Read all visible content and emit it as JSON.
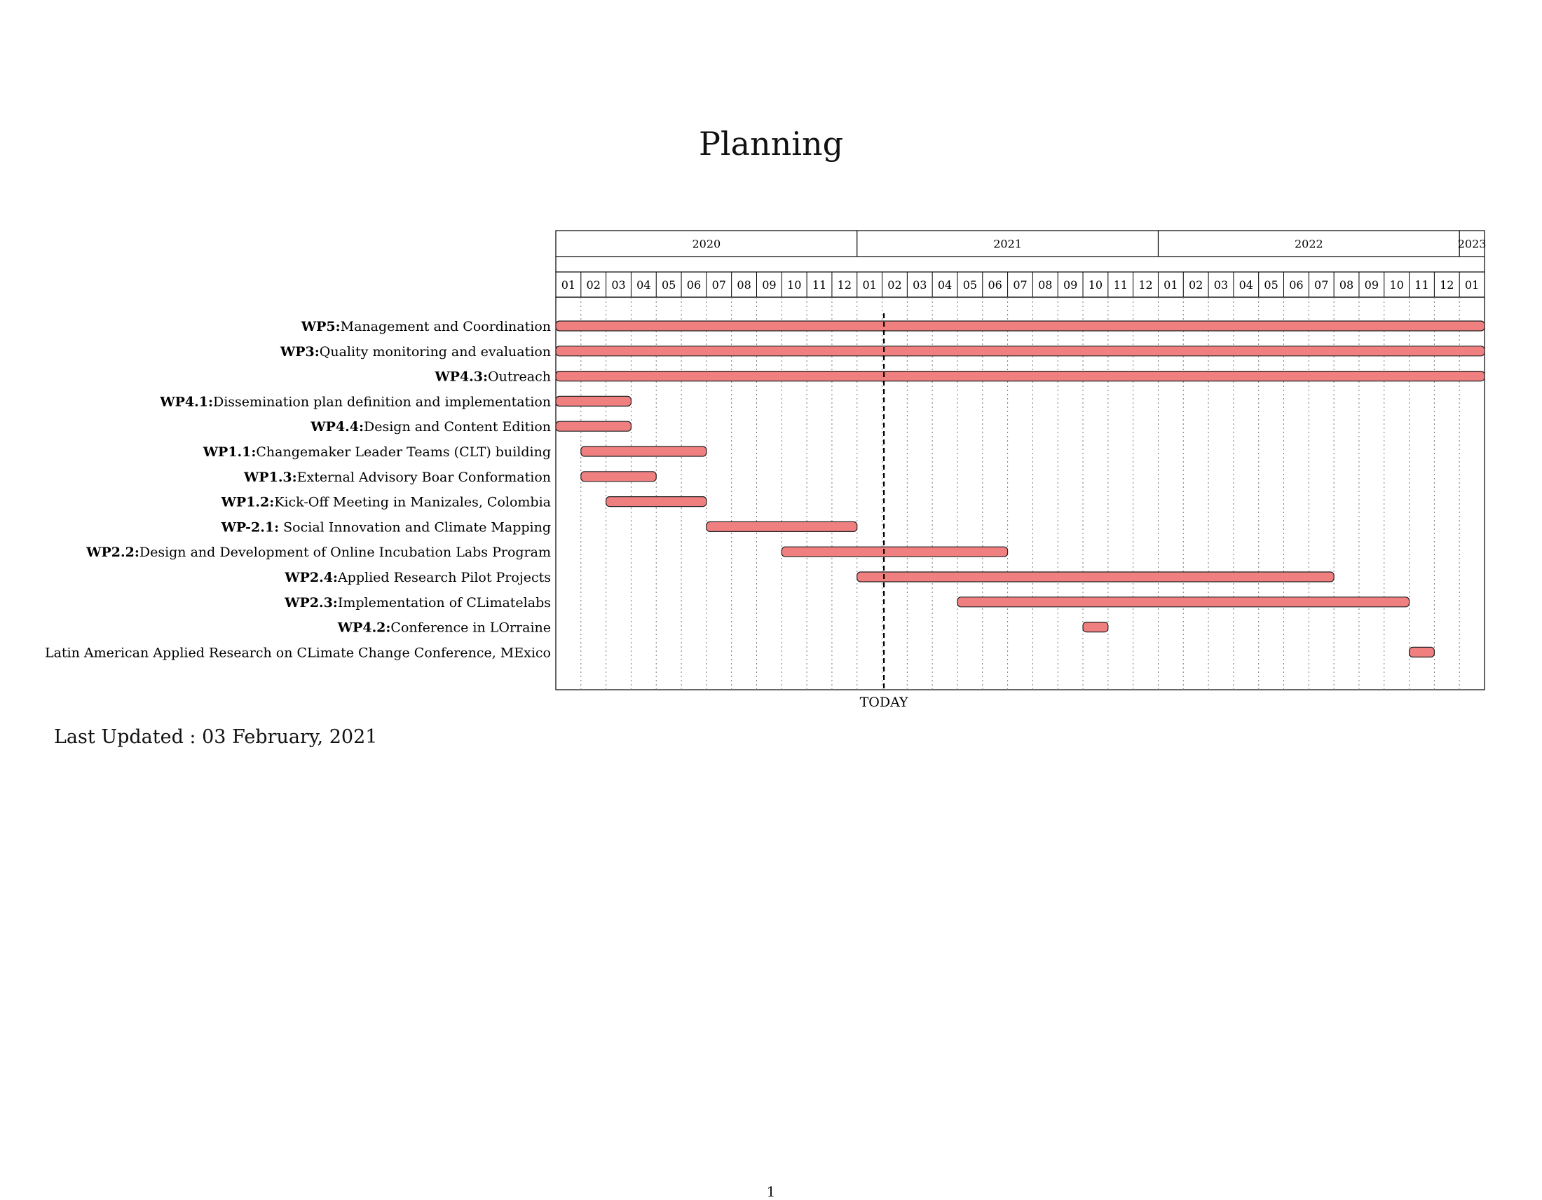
{
  "page": {
    "title": "Planning",
    "last_updated_label": "Last Updated :",
    "last_updated_value": "03 February, 2021",
    "page_number": "1"
  },
  "chart_data": {
    "type": "gantt",
    "x_unit": "month",
    "xlim": [
      "2020-01",
      "2023-01"
    ],
    "years": [
      "2020",
      "2021",
      "2022",
      "2023"
    ],
    "month_ticks": [
      "01",
      "02",
      "03",
      "04",
      "05",
      "06",
      "07",
      "08",
      "09",
      "10",
      "11",
      "12",
      "01",
      "02",
      "03",
      "04",
      "05",
      "06",
      "07",
      "08",
      "09",
      "10",
      "11",
      "12",
      "01",
      "02",
      "03",
      "04",
      "05",
      "06",
      "07",
      "08",
      "09",
      "10",
      "11",
      "12",
      "01"
    ],
    "today_marker": {
      "label": "TODAY",
      "date": "2021-02-03"
    },
    "bar_color": "#f08080",
    "tasks": [
      {
        "id": "WP5:",
        "name": "Management and Coordination",
        "start": "2020-01",
        "end": "2023-01"
      },
      {
        "id": "WP3:",
        "name": "Quality monitoring and evaluation",
        "start": "2020-01",
        "end": "2023-01"
      },
      {
        "id": "WP4.3:",
        "name": "Outreach",
        "start": "2020-01",
        "end": "2023-01"
      },
      {
        "id": "WP4.1:",
        "name": "Dissemination plan definition and implementation",
        "start": "2020-01",
        "end": "2020-03"
      },
      {
        "id": "WP4.4:",
        "name": "Design and Content Edition",
        "start": "2020-01",
        "end": "2020-03"
      },
      {
        "id": "WP1.1:",
        "name": "Changemaker Leader Teams (CLT) building",
        "start": "2020-02",
        "end": "2020-06"
      },
      {
        "id": "WP1.3:",
        "name": "External Advisory Boar Conformation",
        "start": "2020-02",
        "end": "2020-04"
      },
      {
        "id": "WP1.2:",
        "name": "Kick-Off Meeting in Manizales, Colombia",
        "start": "2020-03",
        "end": "2020-06"
      },
      {
        "id": "WP-2.1:",
        "name": " Social Innovation and Climate Mapping",
        "start": "2020-07",
        "end": "2020-12"
      },
      {
        "id": "WP2.2:",
        "name": "Design and Development of Online Incubation Labs Program",
        "start": "2020-10",
        "end": "2021-06"
      },
      {
        "id": "WP2.4:",
        "name": "Applied Research Pilot Projects",
        "start": "2021-01",
        "end": "2022-07"
      },
      {
        "id": "WP2.3:",
        "name": "Implementation of CLimatelabs",
        "start": "2021-05",
        "end": "2022-10"
      },
      {
        "id": "WP4.2:",
        "name": "Conference in LOrraine",
        "start": "2021-10",
        "end": "2021-10"
      },
      {
        "id": "",
        "name": "Latin American Applied Research on CLimate Change Conference, MExico",
        "start": "2022-11",
        "end": "2022-11"
      }
    ]
  }
}
